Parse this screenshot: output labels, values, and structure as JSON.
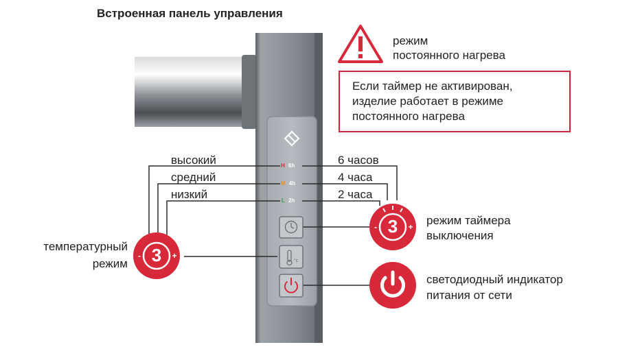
{
  "title": "Встроенная панель управления",
  "constant_mode": {
    "label_line1": "режим",
    "label_line2": "постоянного нагрева"
  },
  "note": {
    "line1": "Если таймер не активирован,",
    "line2": "изделие работает в режиме",
    "line3": "постоянного нагрева"
  },
  "temperature_levels": [
    "высокий",
    "средний",
    "низкий"
  ],
  "timer_hours": [
    "6 часов",
    "4 часа",
    "2 часа"
  ],
  "panel": {
    "leds": [
      {
        "letter": "H",
        "hours": "6h",
        "color": "#d8293a"
      },
      {
        "letter": "M",
        "hours": "4h",
        "color": "#e8902a"
      },
      {
        "letter": "L",
        "hours": "2h",
        "color": "#2f9a3a"
      }
    ],
    "thermo_unit": "°c"
  },
  "temp_mode": {
    "line1": "температурный",
    "line2": "режим",
    "badge": "3"
  },
  "timer_mode": {
    "line1": "режим таймера",
    "line2": "выключения",
    "badge": "3"
  },
  "power": {
    "line1": "светодиодный индикатор",
    "line2": "питания от сети"
  },
  "colors": {
    "accent": "#d8293a",
    "panel": "#9aa0a7",
    "metal": "#7d8389"
  }
}
